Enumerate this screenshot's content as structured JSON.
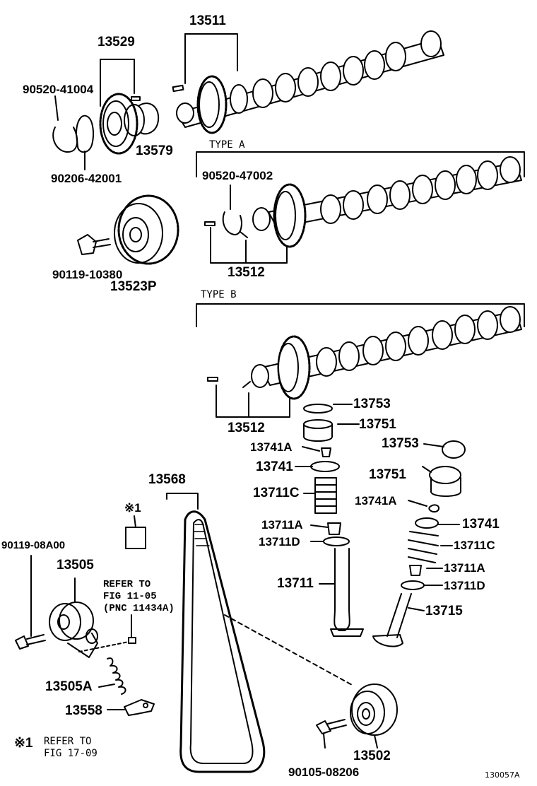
{
  "diagram_id": "130057A",
  "type_labels": {
    "type_a": "TYPE A",
    "type_b": "TYPE B"
  },
  "parts": {
    "p13511": "13511",
    "p13529": "13529",
    "p90520_41004": "90520-41004",
    "p13579": "13579",
    "p90206_42001": "90206-42001",
    "p90520_47002": "90520-47002",
    "p13512_a": "13512",
    "p90119_10380": "90119-10380",
    "p13523P": "13523P",
    "p13512_b": "13512",
    "p13753_a": "13753",
    "p13751_a": "13751",
    "p13741A_a": "13741A",
    "p13753_b": "13753",
    "p13741_a": "13741",
    "p13751_b": "13751",
    "p13711C_a": "13711C",
    "p13741A_b": "13741A",
    "p13711A_a": "13711A",
    "p13741_b": "13741",
    "p13711D_a": "13711D",
    "p13711C_b": "13711C",
    "p13711A_b": "13711A",
    "p13711": "13711",
    "p13711D_b": "13711D",
    "p13715": "13715",
    "p13568": "13568",
    "p90119_08A00": "90119-08A00",
    "p13505": "13505",
    "p13505A": "13505A",
    "p13558": "13558",
    "p13502": "13502",
    "p90105_08206": "90105-08206"
  },
  "notes": {
    "mark": "※1",
    "refer_1105_line1": "REFER TO",
    "refer_1105_line2": "FIG 11-05",
    "refer_1105_line3": "(PNC 11434A)",
    "footnote_mark": "※1",
    "refer_1709_line1": "REFER TO",
    "refer_1709_line2": "FIG 17-09"
  }
}
